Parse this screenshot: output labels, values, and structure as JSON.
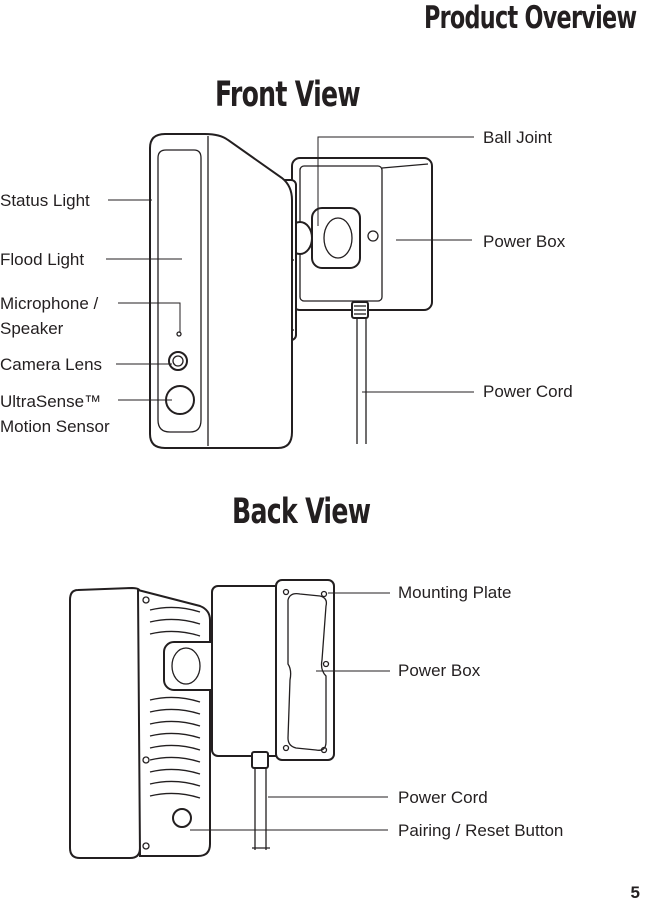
{
  "page_title": "Product Overview",
  "front": {
    "title": "Front View",
    "labels": {
      "status_light": "Status Light",
      "flood_light": "Flood Light",
      "mic_line1": "Microphone /",
      "mic_line2": "Speaker",
      "camera_lens": "Camera Lens",
      "sensor_line1": "UltraSense™",
      "sensor_line2": "Motion Sensor",
      "ball_joint": "Ball Joint",
      "power_box": "Power Box",
      "power_cord": "Power Cord"
    }
  },
  "back": {
    "title": "Back View",
    "labels": {
      "mounting_plate": "Mounting Plate",
      "power_box": "Power Box",
      "power_cord": "Power Cord",
      "pairing_reset": "Pairing / Reset Button"
    }
  },
  "page_number": "5"
}
